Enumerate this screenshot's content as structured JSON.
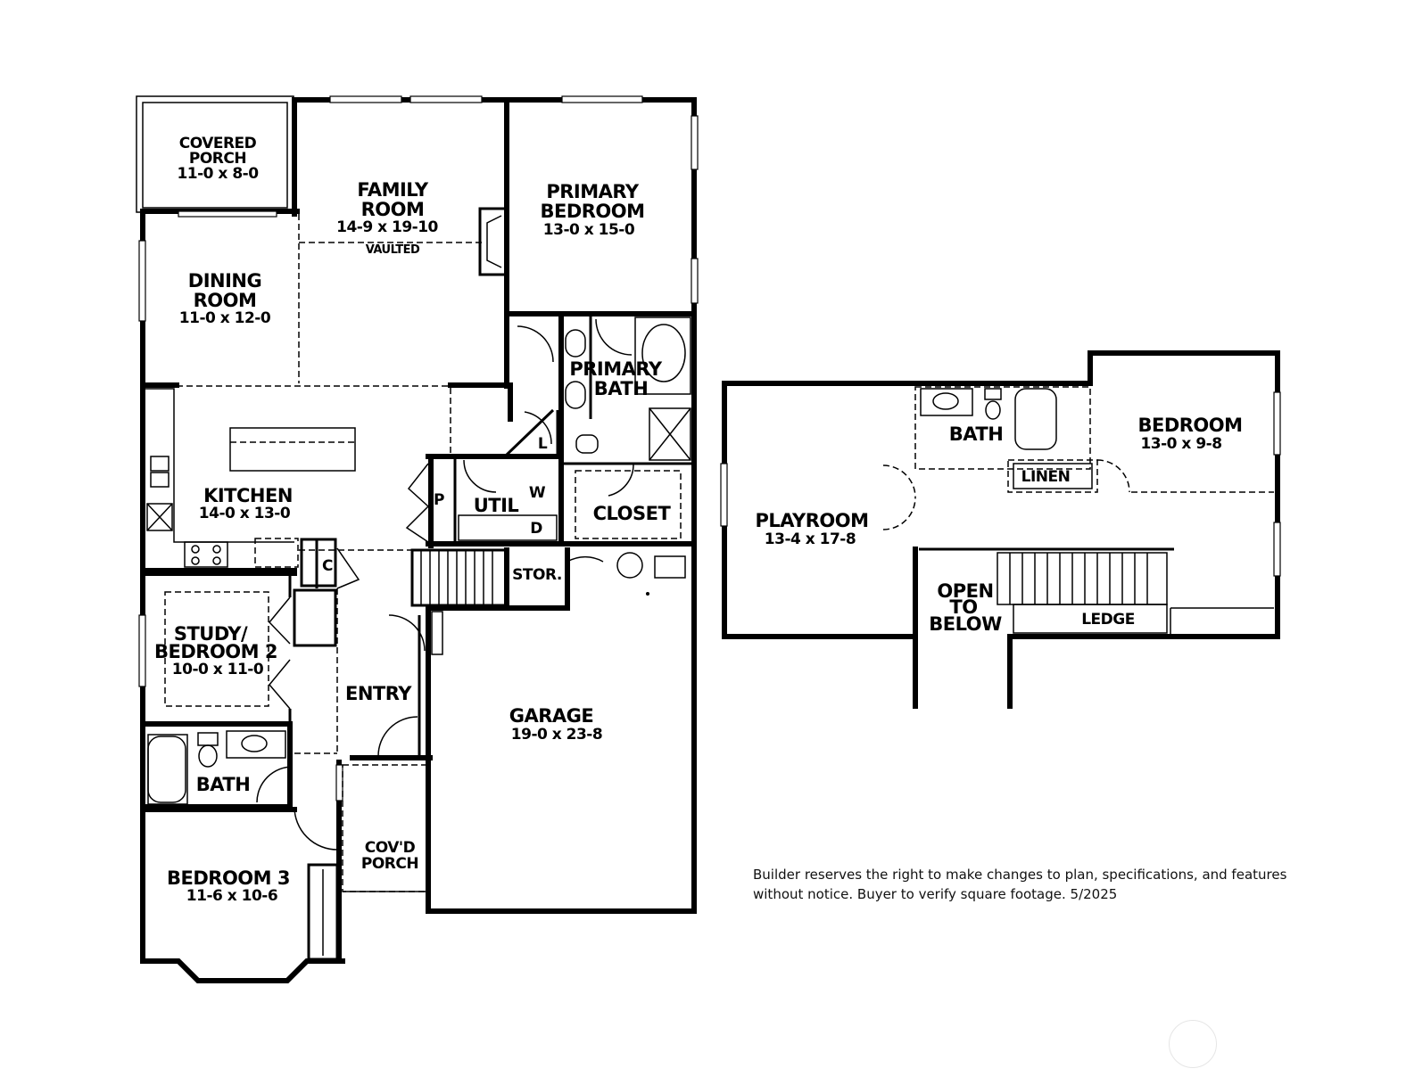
{
  "main_floor": {
    "covered_porch": {
      "line1": "COVERED",
      "line2": "PORCH",
      "size": "11-0 x 8-0"
    },
    "family_room": {
      "line1": "FAMILY",
      "line2": "ROOM",
      "size": "14-9 x 19-10",
      "note": "VAULTED"
    },
    "primary_bedroom": {
      "line1": "PRIMARY",
      "line2": "BEDROOM",
      "size": "13-0 x 15-0"
    },
    "dining_room": {
      "line1": "DINING",
      "line2": "ROOM",
      "size": "11-0 x 12-0"
    },
    "primary_bath": {
      "line1": "PRIMARY",
      "line2": "BATH"
    },
    "kitchen": {
      "line1": "KITCHEN",
      "size": "14-0 x 13-0"
    },
    "laundry_l": "L",
    "pantry_p": "P",
    "util": "UTIL",
    "washer_w": "W",
    "dryer_d": "D",
    "closet": "CLOSET",
    "coat_c": "C",
    "storage": "STOR.",
    "study": {
      "line1": "STUDY/",
      "line2": "BEDROOM 2",
      "size": "10-0 x 11-0"
    },
    "entry": "ENTRY",
    "garage": {
      "line1": "GARAGE",
      "size": "19-0 x 23-8"
    },
    "bath": "BATH",
    "covd_porch": {
      "line1": "COV'D",
      "line2": "PORCH"
    },
    "bedroom3": {
      "line1": "BEDROOM 3",
      "size": "11-6 x 10-6"
    }
  },
  "upper_floor": {
    "bath": "BATH",
    "bedroom": {
      "line1": "BEDROOM",
      "size": "13-0 x 9-8"
    },
    "linen": "LINEN",
    "playroom": {
      "line1": "PLAYROOM",
      "size": "13-4 x 17-8"
    },
    "open_to_below": {
      "line1": "OPEN",
      "line2": "TO",
      "line3": "BELOW"
    },
    "ledge": "LEDGE"
  },
  "disclaimer": {
    "line1": "Builder reserves the right to make changes to plan, specifications, and features",
    "line2": "without notice.  Buyer to verify square footage.  5/2025"
  }
}
